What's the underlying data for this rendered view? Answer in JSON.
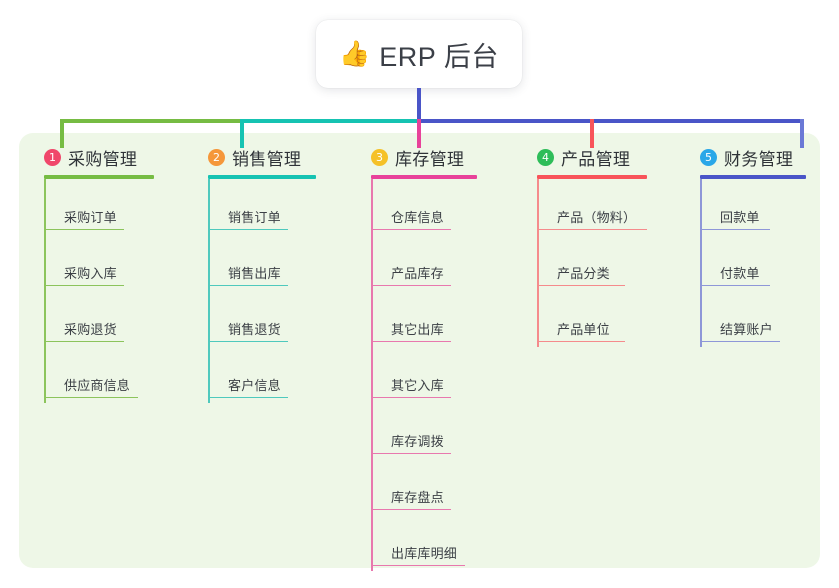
{
  "root": {
    "emoji": "👍",
    "icon_name": "thumbs-up-icon",
    "label": "ERP 后台"
  },
  "colors": {
    "panel_background": "#eef7e7",
    "page_background": "#ffffff",
    "root_text": "#3b3f47",
    "trunk": "#4a55c8"
  },
  "connector_bar": {
    "segments": [
      {
        "name": "segment-green",
        "color": "#76bc43"
      },
      {
        "name": "segment-teal",
        "color": "#16c3b2"
      },
      {
        "name": "segment-blue",
        "color": "#4a55c8"
      }
    ]
  },
  "columns": [
    {
      "number": "1",
      "title": "采购管理",
      "badge_color": "#f0476b",
      "rule_color": "#76bc43",
      "line_color": "#8cc45c",
      "stub_color": "#76bc43",
      "items": [
        "采购订单",
        "采购入库",
        "采购退货",
        "供应商信息"
      ]
    },
    {
      "number": "2",
      "title": "销售管理",
      "badge_color": "#f5973a",
      "rule_color": "#16c3b2",
      "line_color": "#4fc9bd",
      "stub_color": "#16c3b2",
      "items": [
        "销售订单",
        "销售出库",
        "销售退货",
        "客户信息"
      ]
    },
    {
      "number": "3",
      "title": "库存管理",
      "badge_color": "#f5c128",
      "rule_color": "#e8429a",
      "line_color": "#e878ae",
      "stub_color": "#e8429a",
      "items": [
        "仓库信息",
        "产品库存",
        "其它出库",
        "其它入库",
        "库存调拨",
        "库存盘点",
        "出库库明细"
      ]
    },
    {
      "number": "4",
      "title": "产品管理",
      "badge_color": "#2ebd59",
      "rule_color": "#f8545a",
      "line_color": "#f58b8c",
      "stub_color": "#f8545a",
      "items": [
        "产品（物料）",
        "产品分类",
        "产品单位"
      ]
    },
    {
      "number": "5",
      "title": "财务管理",
      "badge_color": "#2aa7e8",
      "rule_color": "#4a55c8",
      "line_color": "#8e97d8",
      "stub_color": "#6b79d6",
      "items": [
        "回款单",
        "付款单",
        "结算账户"
      ]
    }
  ]
}
